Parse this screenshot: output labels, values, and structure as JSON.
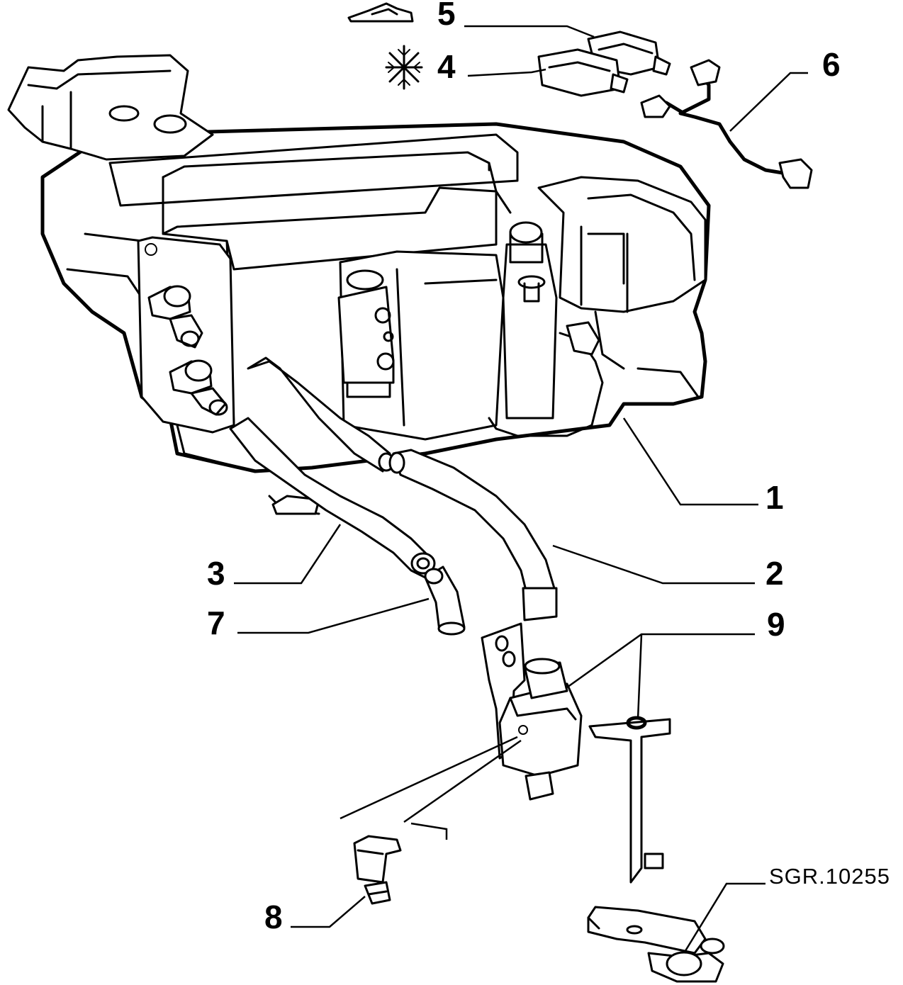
{
  "diagram": {
    "reference_code": "SGR.10255",
    "callouts": [
      {
        "id": "1",
        "label": "1"
      },
      {
        "id": "2",
        "label": "2"
      },
      {
        "id": "3",
        "label": "3"
      },
      {
        "id": "4",
        "label": "4"
      },
      {
        "id": "5",
        "label": "5"
      },
      {
        "id": "6",
        "label": "6"
      },
      {
        "id": "7",
        "label": "7"
      },
      {
        "id": "8",
        "label": "8"
      },
      {
        "id": "9",
        "label": "9"
      }
    ],
    "symbols": {
      "callout_4": "snowflake-icon",
      "callout_5": "car-silhouette-icon"
    }
  }
}
